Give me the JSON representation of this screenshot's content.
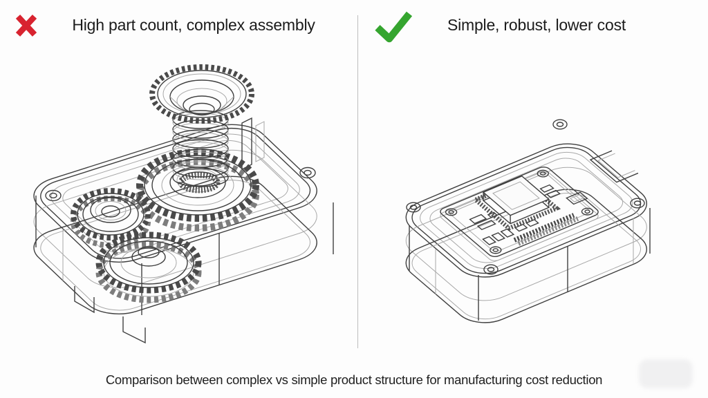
{
  "page": {
    "background_color": "#fdfdfd",
    "divider_color": "#bdbdbd",
    "caption": "Comparison between complex vs simple product structure for manufacturing cost reduction"
  },
  "left_panel": {
    "verdict": "negative",
    "verdict_color": "#d8232f",
    "title": "High part count, complex assembly",
    "illustration_label": "Isometric wireframe of an enclosure filled with meshing gears, a coil spring and a crown gear"
  },
  "right_panel": {
    "verdict": "positive",
    "verdict_color": "#35a52f",
    "title": "Simple, robust, lower cost",
    "illustration_label": "Isometric wireframe of a simple enclosure containing a single circuit board with one main chip"
  }
}
